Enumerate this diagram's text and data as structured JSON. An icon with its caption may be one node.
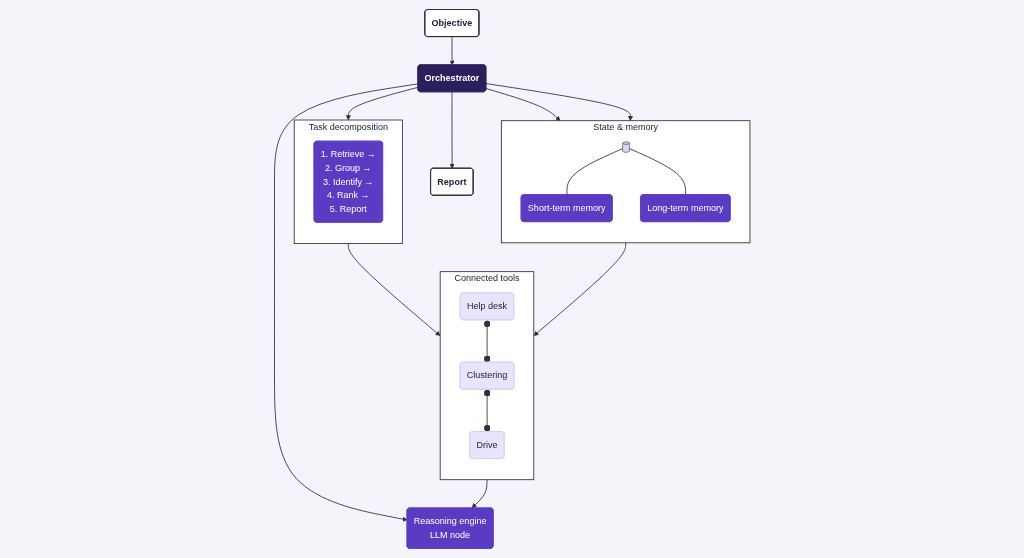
{
  "diagram": {
    "nodes": [
      {
        "text": [
          "Objective"
        ]
      },
      {
        "text": [
          "Orchestrator"
        ]
      },
      {
        "text": [
          "Report"
        ]
      },
      {
        "text": [
          "Reasoning engine",
          "LLM node"
        ]
      },
      {
        "text": [
          "Task decomposition"
        ]
      },
      {
        "text": [
          "1. Retrieve →",
          "2. Group →",
          "3. Identify →",
          "4. Rank →",
          "5. Report"
        ],
        "in": 4
      },
      {
        "text": [
          "State & memory"
        ]
      },
      {
        "text": [],
        "shape": "cylinder",
        "in": 6
      },
      {
        "text": [
          "Short-term memory"
        ],
        "in": 6
      },
      {
        "text": [
          "Long-term memory"
        ],
        "in": 6
      },
      {
        "text": [
          "Connected tools"
        ]
      },
      {
        "text": [
          "Help desk"
        ],
        "in": 10
      },
      {
        "text": [
          "Clustering"
        ],
        "in": 10
      },
      {
        "text": [
          "Drive"
        ],
        "in": 10
      }
    ],
    "edges": [
      {
        "from": 0,
        "to": 1,
        "arrow": "to"
      },
      {
        "from": 1,
        "to": 2,
        "arrow": "to"
      },
      {
        "from": 1,
        "to": 3,
        "arrow": "to"
      },
      {
        "from": 1,
        "to": 4,
        "arrow": "to"
      },
      {
        "from": 1,
        "to": 6,
        "arrow": "to"
      },
      {
        "from": 1,
        "to": 6,
        "arrow": "to"
      },
      {
        "from": 7,
        "to": 8,
        "arrow": "none"
      },
      {
        "from": 7,
        "to": 9,
        "arrow": "none"
      },
      {
        "from": 4,
        "to": 10,
        "arrow": "to"
      },
      {
        "from": 6,
        "to": 10,
        "arrow": "to"
      },
      {
        "from": 10,
        "to": 3,
        "arrow": "to"
      },
      {
        "from": 11,
        "to": 12,
        "arrow": "other"
      },
      {
        "from": 12,
        "to": 13,
        "arrow": "other"
      }
    ]
  }
}
